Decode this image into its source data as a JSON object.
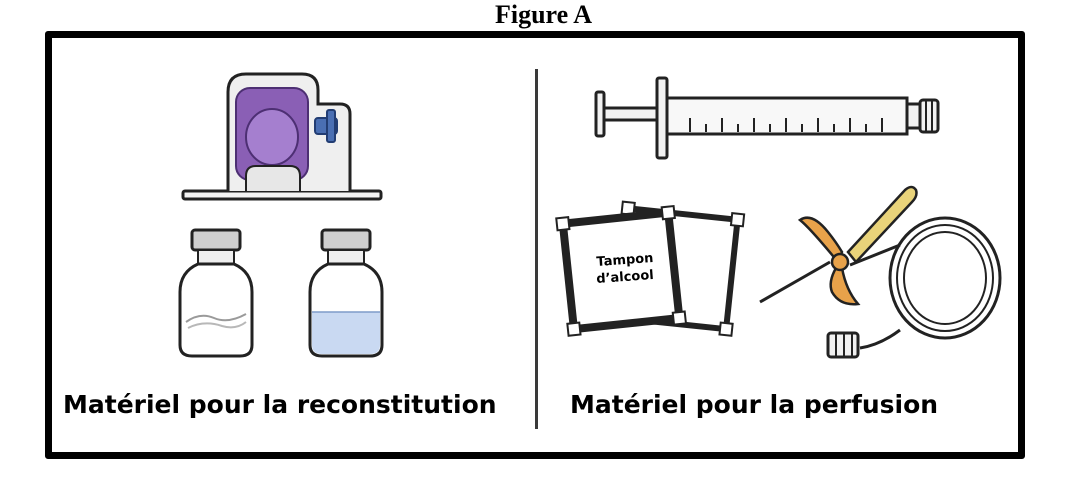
{
  "figure": {
    "title": "Figure A"
  },
  "left_panel": {
    "caption": "Matériel pour la reconstitution",
    "items": [
      "transfer-device",
      "powder-vial",
      "diluent-vial"
    ]
  },
  "right_panel": {
    "caption": "Matériel pour la perfusion",
    "swab_label_line1": "Tampon",
    "swab_label_line2": "d’alcool",
    "items": [
      "syringe",
      "alcohol-swab",
      "butterfly-infusion-set"
    ]
  },
  "colors": {
    "border": "#000000",
    "device_purple": "#8a5fb5",
    "device_blue": "#4a6fb3",
    "diluent_blue": "#c9d9f2",
    "butterfly_orange": "#e8a24a",
    "needle_cap_yellow": "#e9d37a"
  }
}
